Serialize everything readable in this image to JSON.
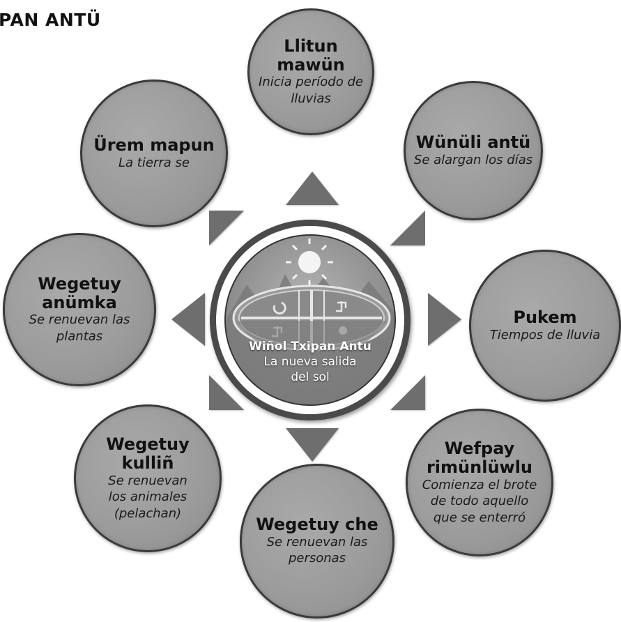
{
  "title": "PAN ANTÜ",
  "center": {
    "title": "Wiñol Txipan Antu",
    "subtitle_line1": "La nueva salida",
    "subtitle_line2": "del sol"
  },
  "nodes": [
    {
      "title": "Llitun mawün",
      "desc1": "Inicia período de",
      "desc2": "lluvias"
    },
    {
      "title": "Wünüli antü",
      "desc1": "Se alargan los días"
    },
    {
      "title": "Pukem",
      "desc1": "Tiempos de lluvia"
    },
    {
      "title": "Wefpay",
      "title2": "rimünlüwlu",
      "desc1": "Comienza el brote",
      "desc2": "de todo aquello",
      "desc3": "que se enterró"
    },
    {
      "title": "Wegetuy che",
      "desc1": "Se renuevan las",
      "desc2": "personas"
    },
    {
      "title": "Wegetuy",
      "title2": "kulliñ",
      "desc1": "Se renuevan",
      "desc2": "los animales",
      "desc3": "(pelachan)"
    },
    {
      "title": "Wegetuy",
      "title2": "anümka",
      "desc1": "Se renuevan las",
      "desc2": "plantas"
    },
    {
      "title": "Ürem mapun",
      "desc1": "La tierra se"
    }
  ],
  "colors": {
    "node_fill": "#9c9c9c",
    "node_border": "#3a3a3a",
    "arrow": "#6e6e6e"
  }
}
